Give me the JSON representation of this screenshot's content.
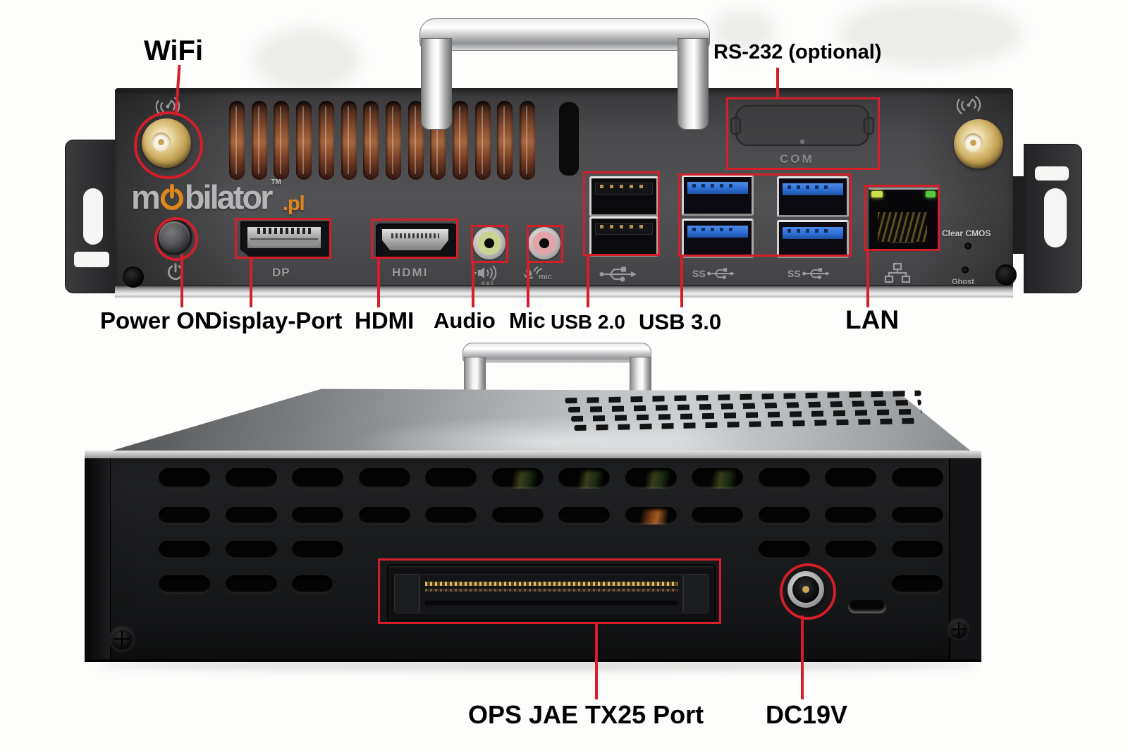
{
  "colors": {
    "accent": "#d41e2a",
    "engrave": "#9b9b9d",
    "logo_gray": "#b5b5b7",
    "logo_orange": "#e0871c",
    "usb3_blue": "#2e6fd6",
    "audio_green": "#c9d494",
    "mic_pink": "#dfa3a8",
    "gold_light": "#e7cf92",
    "led_left": "#cadf4e",
    "led_right": "#57c93e"
  },
  "top_device": {
    "brand": {
      "prefix": "m",
      "rest": "bilator",
      "suffix": ".pl",
      "tm": "TM"
    },
    "callouts": {
      "wifi": "WiFi",
      "rs232": "RS-232 (optional)",
      "power": "Power ON",
      "display_port": "Display-Port",
      "hdmi": "HDMI",
      "audio": "Audio",
      "mic": "Mic",
      "usb2": "USB 2.0",
      "usb3": "USB 3.0",
      "lan": "LAN"
    },
    "engravings": {
      "dp": "DP",
      "hdmi": "HDMI",
      "com": "COM",
      "clear_cmos": "Clear CMOS",
      "ghost": "Ghost",
      "audio_out": "out",
      "mic": "mic",
      "ss": "SS"
    }
  },
  "bottom_device": {
    "callouts": {
      "ops": "OPS JAE TX25 Port",
      "dc": "DC19V"
    }
  }
}
